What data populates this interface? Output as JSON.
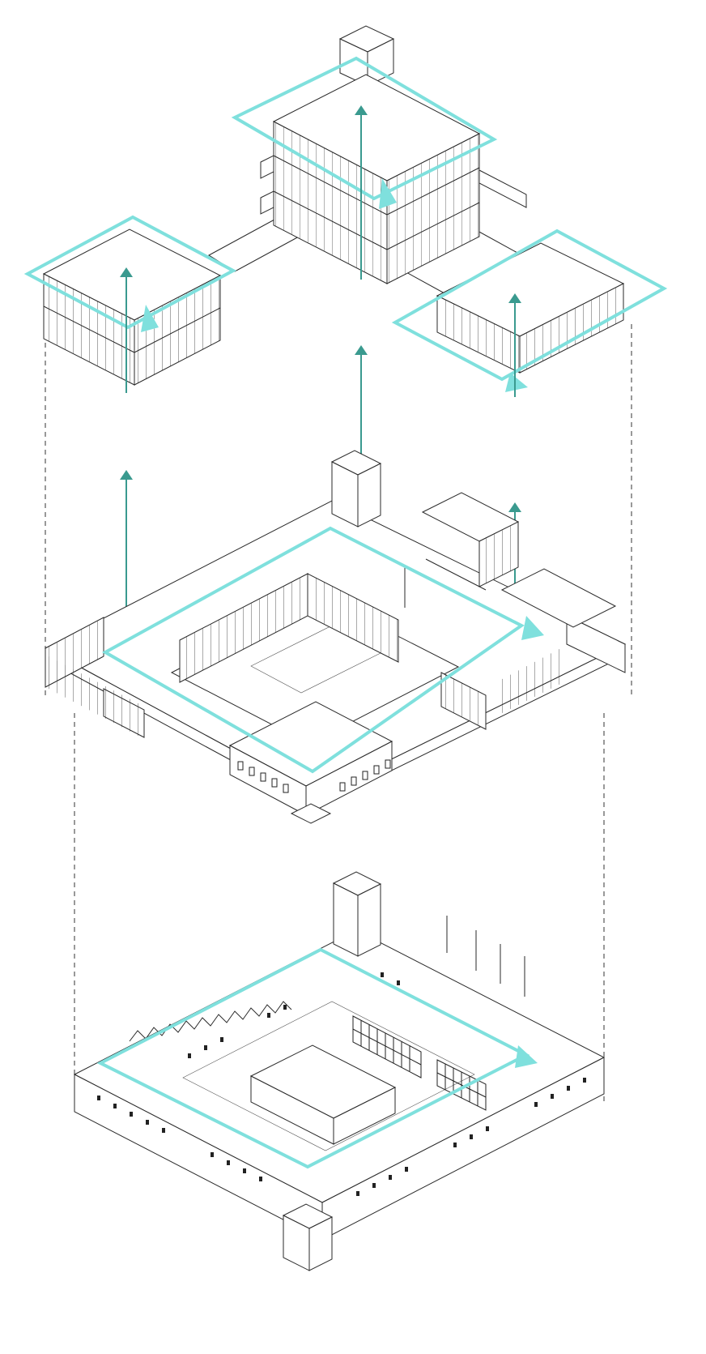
{
  "diagram": {
    "type": "exploded-axonometric",
    "levels": [
      {
        "id": "upper-blocks",
        "count": 3
      },
      {
        "id": "middle-floor"
      },
      {
        "id": "ground-floor"
      }
    ],
    "colors": {
      "circulation_path": "#7fe0dd",
      "vertical_arrow": "#3a9a8f",
      "linework": "#2a2a2a"
    },
    "labels": []
  }
}
